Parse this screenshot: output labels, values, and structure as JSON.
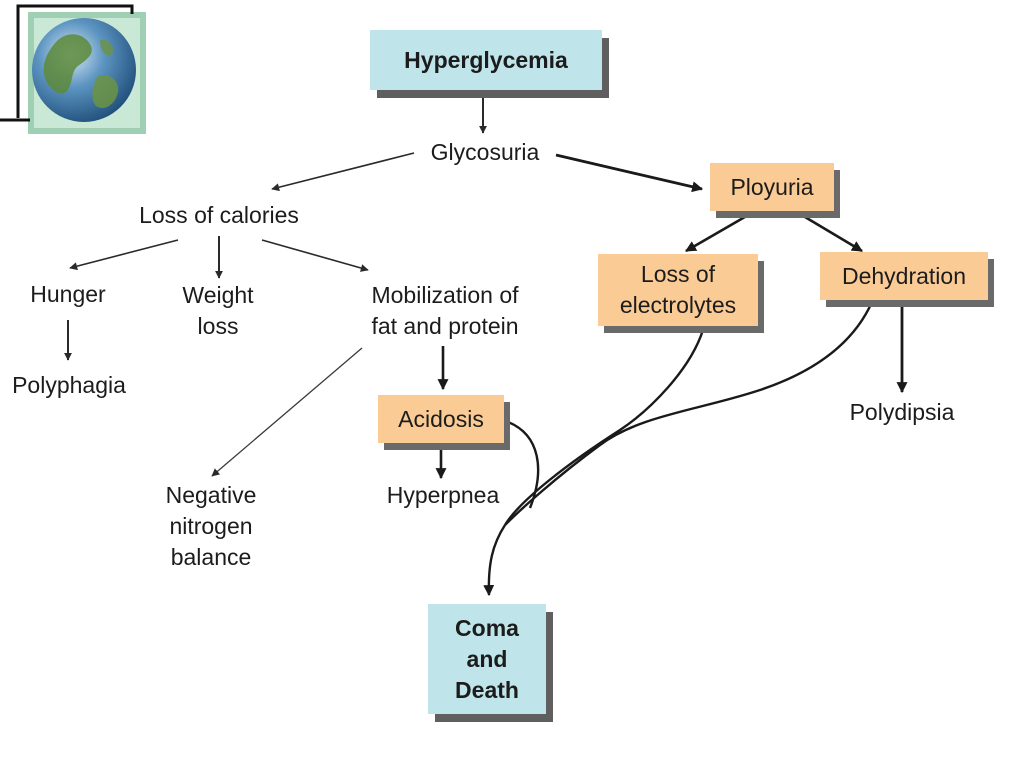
{
  "colors": {
    "blue_box": "#bfe4ea",
    "orange_box": "#fbcb95",
    "shadow": "#5f5f5f",
    "arrow": "#2a2a2a",
    "globe_ocean": "#3f7fb4",
    "globe_land": "#5d8a3a",
    "globe_frame": "#9fd0b4"
  },
  "icons": {
    "corner_logo": "globe-icon"
  },
  "diagram": {
    "hyperglycemia": "Hyperglycemia",
    "glycosuria": "Glycosuria",
    "loss_of_calories": "Loss of calories",
    "hunger": "Hunger",
    "polyphagia": "Polyphagia",
    "weight_loss": "Weight\nloss",
    "mobilization": "Mobilization of\nfat and protein",
    "negative_nitrogen": "Negative\nnitrogen\nbalance",
    "acidosis": "Acidosis",
    "hyperpnea": "Hyperpnea",
    "ployuria": "Ployuria",
    "loss_of_electrolytes": "Loss of\nelectrolytes",
    "dehydration": "Dehydration",
    "polydipsia": "Polydipsia",
    "coma_and_death": "Coma\nand\nDeath"
  }
}
